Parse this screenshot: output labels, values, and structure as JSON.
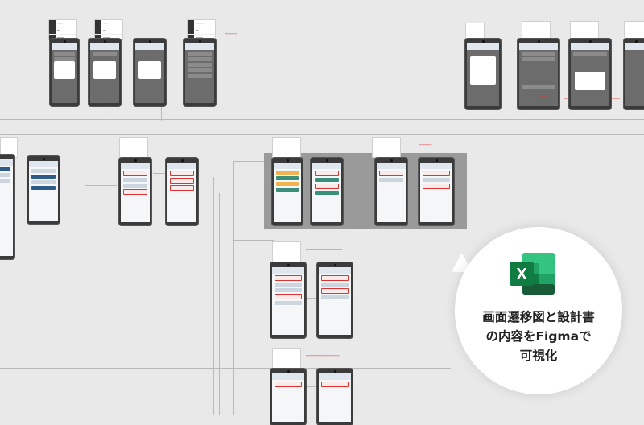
{
  "canvas": {
    "background": "#e9e9e9"
  },
  "callout": {
    "icon": "excel-icon",
    "icon_letter": "X",
    "lines": [
      "画面遷移図と設計書",
      "の内容をFigmaで",
      "可視化"
    ],
    "colors": {
      "excel_dark": "#185c37",
      "excel_mid": "#21a366",
      "excel_light": "#33c481",
      "excel_badge": "#107c41"
    }
  }
}
